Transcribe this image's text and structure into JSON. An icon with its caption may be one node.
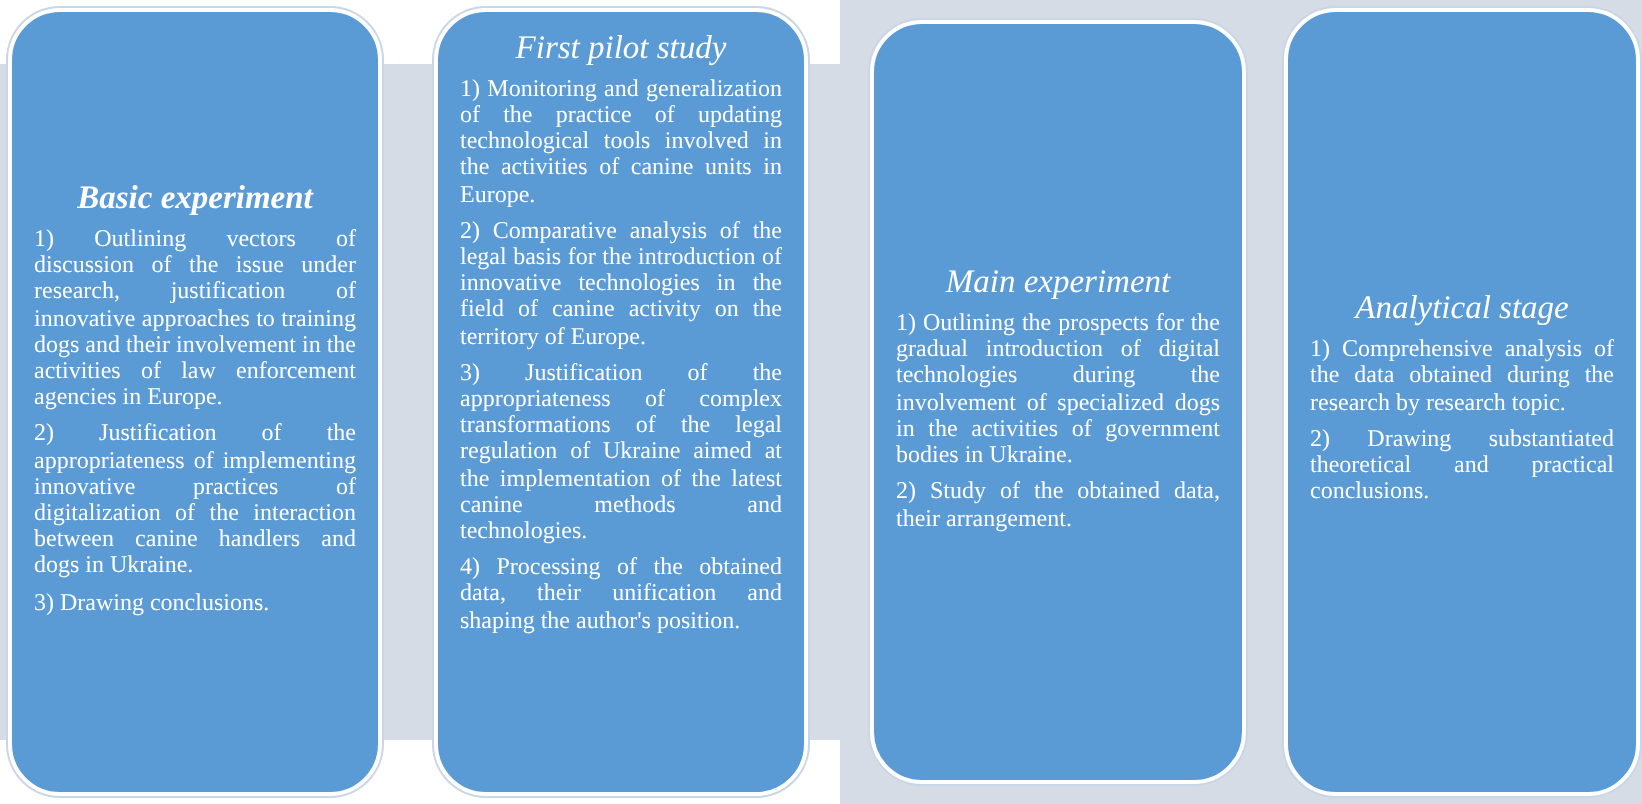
{
  "diagram": {
    "nodes": [
      {
        "text": [
          "Basic experiment",
          "1) Outlining vectors of discussion of the issue under research, justification of innovative approaches to training dogs and their involvement in the activities of law enforcement agencies in Europe.",
          "2) Justification of the appropriateness of implementing innovative practices of digitalization of the interaction between canine handlers and dogs in Ukraine.",
          "3) Drawing conclusions."
        ]
      },
      {
        "text": [
          "First pilot study",
          "1) Monitoring and generalization of the practice of updating technological tools involved in the activities of canine units in Europe.",
          "2) Comparative analysis of the legal basis for the introduction of innovative technologies in the field of canine activity on the territory of Europe.",
          "3) Justification of the appropriateness of complex transformations of the legal regulation of Ukraine aimed at the implementation of the latest canine methods and technologies.",
          "4) Processing of the obtained data, their unification and shaping the author's position."
        ]
      },
      {
        "text": [
          "Main experiment",
          "1) Outlining the prospects for the gradual introduction of digital technologies during the involvement of specialized dogs in the activities of government bodies in Ukraine.",
          "2) Study of the obtained data, their arrangement."
        ]
      },
      {
        "text": [
          "Analytical stage",
          "1) Comprehensive analysis of the data obtained during the research by research topic.",
          "2) Drawing substantiated theoretical and practical conclusions."
        ]
      }
    ]
  }
}
